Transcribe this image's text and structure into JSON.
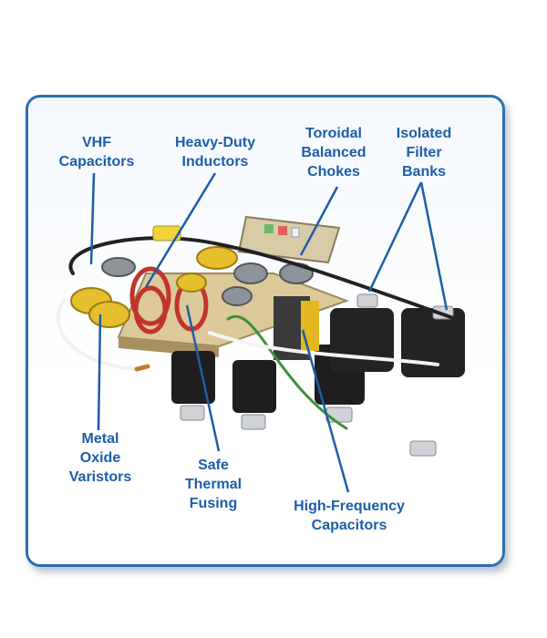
{
  "colors": {
    "label": "#1d5da8",
    "frame": "#2b6fb3",
    "leader": "#1d5da8"
  },
  "labels": {
    "vhf_capacitors": [
      "VHF",
      "Capacitors"
    ],
    "heavy_duty_inductors": [
      "Heavy-Duty",
      "Inductors"
    ],
    "toroidal_balanced_chokes": [
      "Toroidal",
      "Balanced",
      "Chokes"
    ],
    "isolated_filter_banks": [
      "Isolated",
      "Filter",
      "Banks"
    ],
    "metal_oxide_varistors": [
      "Metal",
      "Oxide",
      "Varistors"
    ],
    "safe_thermal_fusing": [
      "Safe",
      "Thermal",
      "Fusing"
    ],
    "high_frequency_capacitors": [
      "High-Frequency",
      "Capacitors"
    ]
  }
}
